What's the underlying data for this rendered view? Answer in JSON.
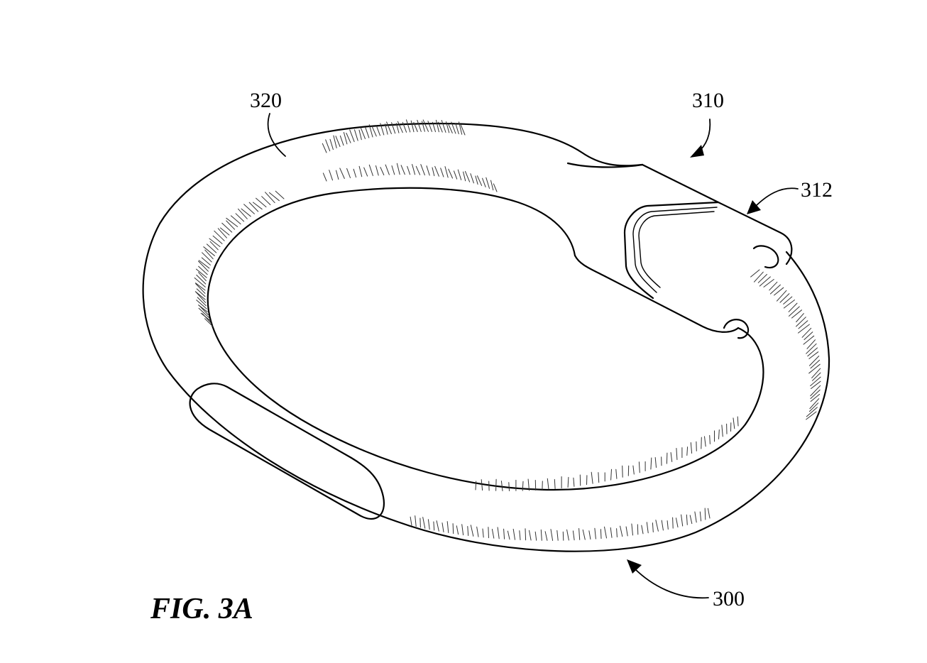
{
  "figure": {
    "caption": "FIG. 3A",
    "labels": {
      "ref_320": "320",
      "ref_310": "310",
      "ref_312": "312",
      "ref_300": "300"
    }
  },
  "colors": {
    "line": "#000000",
    "background": "#ffffff"
  }
}
